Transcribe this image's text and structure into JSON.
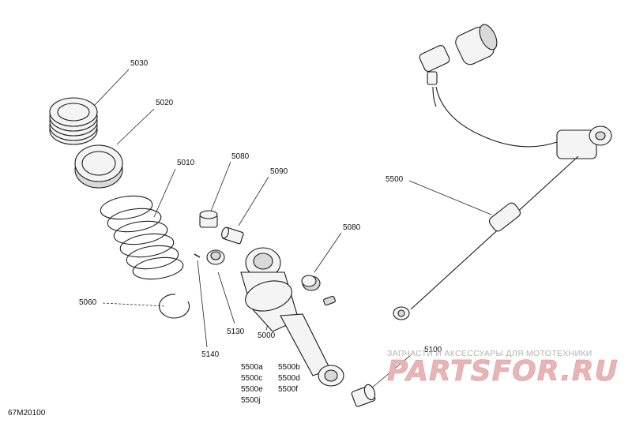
{
  "callouts": {
    "p5030": "5030",
    "p5020": "5020",
    "p5010": "5010",
    "p5080a": "5080",
    "p5090": "5090",
    "p5080b": "5080",
    "p5060": "5060",
    "p5130": "5130",
    "p5140": "5140",
    "p5000": "5000",
    "p5100": "5100",
    "p5500": "5500"
  },
  "variants": {
    "left": [
      "5500a",
      "5500c",
      "5500e",
      "5500j"
    ],
    "right": [
      "5500b",
      "5500d",
      "5500f"
    ]
  },
  "figure_code": "67M20100",
  "watermark": {
    "tagline": "ЗАПЧАСТИ И АКСЕССУАРЫ ДЛЯ МОТОТЕХНИКИ",
    "logo": "PARTSFOR.RU",
    "accent_color": "#e8b4b4"
  }
}
